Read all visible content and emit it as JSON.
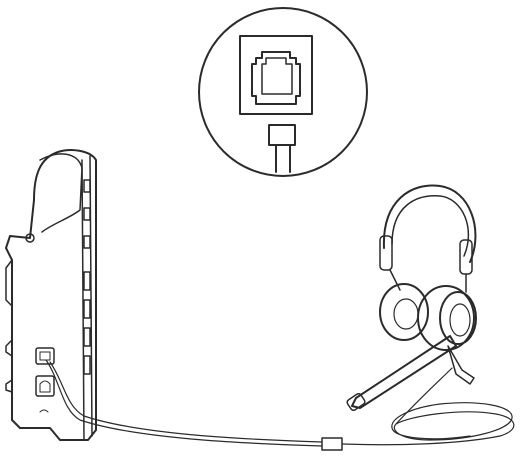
{
  "diagram": {
    "colors": {
      "ink": "#2b2b2b",
      "zoom_fill": "#a9a9a9",
      "paper": "#ffffff",
      "phone_body": "#ffffff",
      "cushion": "#f2f2f2"
    },
    "components": [
      {
        "id": "ip-phone-side",
        "icon": "desk-phone-side-view"
      },
      {
        "id": "headset",
        "icon": "binaural-headset-with-boom-mic"
      },
      {
        "id": "cable",
        "icon": "coiled-cable-with-inline-connector"
      },
      {
        "id": "zoom-callout",
        "icon": "rj9-headset-jack-closeup"
      }
    ]
  }
}
